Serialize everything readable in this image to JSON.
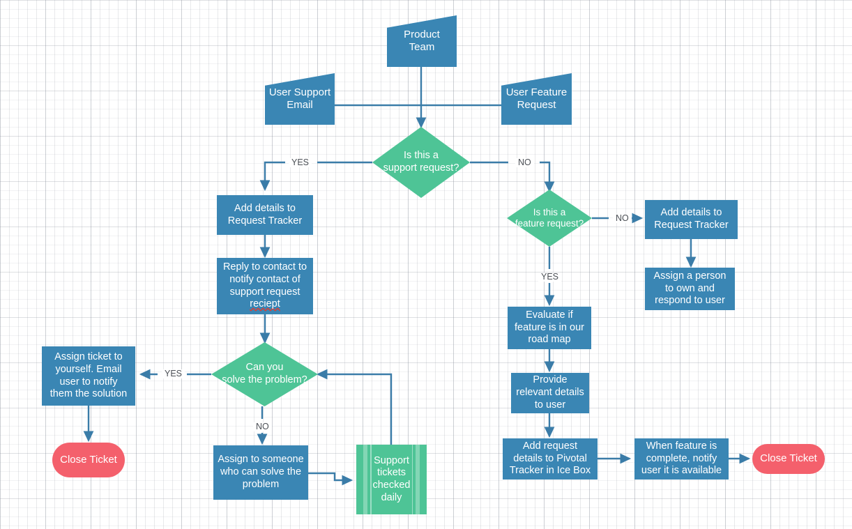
{
  "diagram": {
    "title": "Support and Feature Request Triage Flowchart",
    "colors": {
      "process_blue": "#3a86b4",
      "decision_green": "#4ec496",
      "terminator_red": "#f4606c",
      "connector_blue": "#3a7ca8",
      "text_white": "#ffffff",
      "label_gray": "#4b4f55",
      "canvas_white": "#ffffff"
    },
    "nodes": {
      "product_team": "Product\nTeam",
      "product_team_l1": "Product",
      "product_team_l2": "Team",
      "user_support_email_l1": "User Support",
      "user_support_email_l2": "Email",
      "user_feature_request_l1": "User Feature",
      "user_feature_request_l2": "Request",
      "decision_support_l1": "Is this a",
      "decision_support_l2": "support  request?",
      "decision_feature_l1": "Is this a",
      "decision_feature_l2": "feature  request?",
      "add_details_left_l1": "Add details to",
      "add_details_left_l2": "Request Tracker",
      "reply_contact_l1": "Reply to contact to",
      "reply_contact_l2": "notify contact of",
      "reply_contact_l3": "support request",
      "reply_contact_l4": "reciept",
      "decision_solve_l1": "Can you",
      "decision_solve_l2": "solve the  problem?",
      "assign_ticket_l1": "Assign ticket to",
      "assign_ticket_l2": "yourself. Email",
      "assign_ticket_l3": "user to notify",
      "assign_ticket_l4": "them the solution",
      "close_ticket_left": "Close Ticket",
      "assign_someone_l1": "Assign to someone",
      "assign_someone_l2": "who can solve the",
      "assign_someone_l3": "problem",
      "support_tickets_l1": "Support",
      "support_tickets_l2": "tickets",
      "support_tickets_l3": "checked",
      "support_tickets_l4": "daily",
      "add_details_right_l1": "Add details to",
      "add_details_right_l2": "Request Tracker",
      "assign_person_l1": "Assign a person",
      "assign_person_l2": "to own and",
      "assign_person_l3": "respond to user",
      "evaluate_feature_l1": "Evaluate if",
      "evaluate_feature_l2": "feature is in our",
      "evaluate_feature_l3": "road map",
      "provide_details_l1": "Provide",
      "provide_details_l2": "relevant details",
      "provide_details_l3": "to user",
      "add_request_pivotal_l1": "Add request",
      "add_request_pivotal_l2": "details to Pivotal",
      "add_request_pivotal_l3": "Tracker in Ice Box",
      "when_feature_l1": "When feature is",
      "when_feature_l2": "complete, notify",
      "when_feature_l3": "user it is available",
      "close_ticket_right": "Close Ticket"
    },
    "edge_labels": {
      "support_yes": "YES",
      "support_no": "NO",
      "feature_no": "NO",
      "feature_yes": "YES",
      "solve_yes": "YES",
      "solve_no": "NO"
    }
  }
}
